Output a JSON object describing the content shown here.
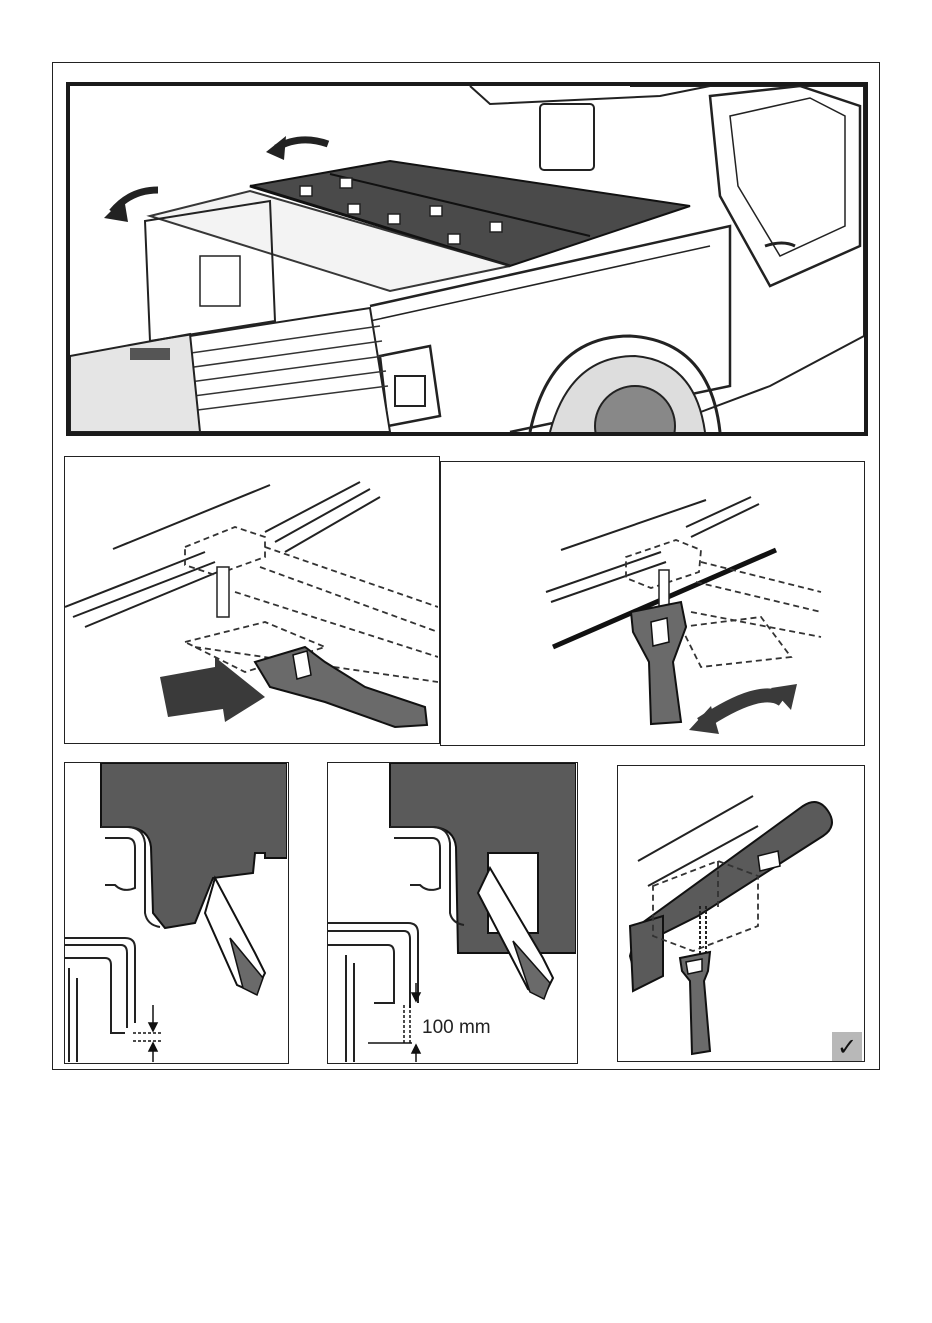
{
  "figure": {
    "panels": [
      {
        "id": "truck-overview",
        "caption": ""
      },
      {
        "id": "clamp-insert",
        "caption": ""
      },
      {
        "id": "clamp-rotate",
        "caption": ""
      },
      {
        "id": "cut-seal-small",
        "caption": ""
      },
      {
        "id": "cut-seal-100mm",
        "caption": ""
      },
      {
        "id": "clamp-installed",
        "caption": ""
      }
    ],
    "dimension_label": "100 mm",
    "check_mark": "✓",
    "colors": {
      "line": "#1e1e1e",
      "seal_fill": "#5a5a5a",
      "arrow_fill": "#3a3a3a",
      "check_bg": "#b8b8b8"
    }
  }
}
